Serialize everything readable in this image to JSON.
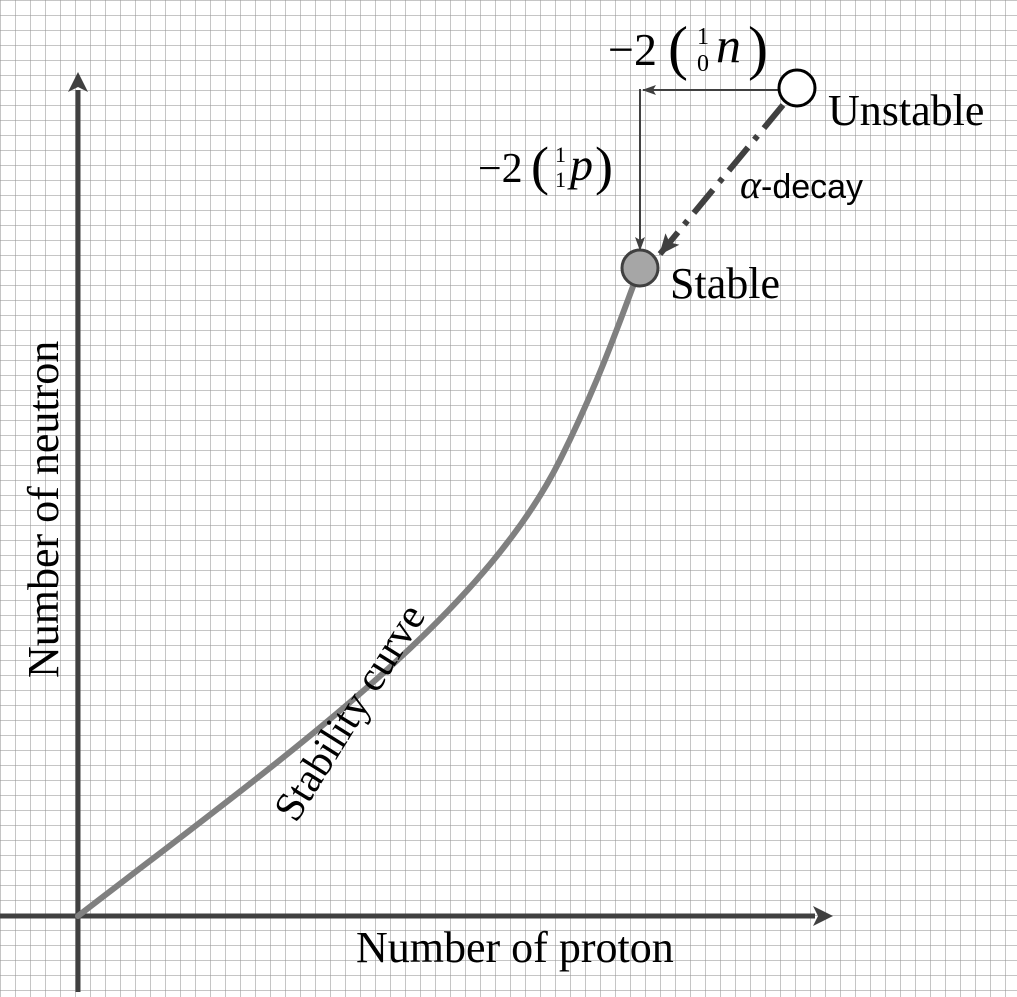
{
  "diagram": {
    "x_axis_label": "Number of proton",
    "y_axis_label": "Number of neutron",
    "curve_label": "Stability curve",
    "stable_label": "Stable",
    "unstable_label": "Unstable",
    "alpha_decay": {
      "symbol": "α",
      "text": "-decay"
    },
    "neutron_emission": {
      "coefficient": "−2",
      "mass_number": "1",
      "atomic_number": "0",
      "symbol": "n"
    },
    "proton_emission": {
      "coefficient": "−2",
      "mass_number": "1",
      "atomic_number": "1",
      "symbol": "p"
    },
    "colors": {
      "axis": "#404040",
      "curve": "#808080",
      "stable_fill": "#a6a6a6",
      "unstable_fill": "#ffffff",
      "arrow": "#404040",
      "grid": "#969696"
    }
  }
}
